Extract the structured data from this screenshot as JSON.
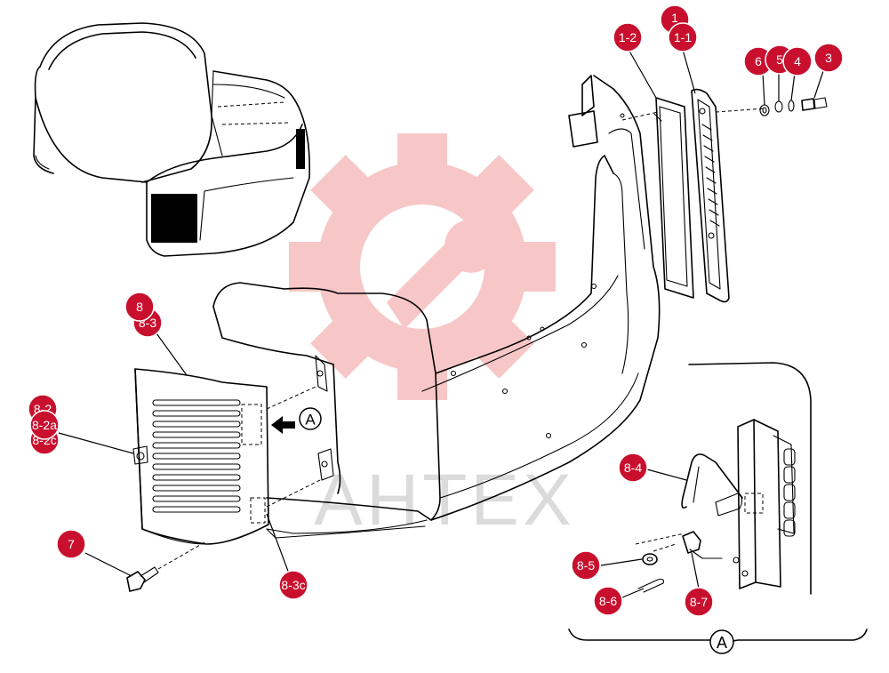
{
  "diagram": {
    "colors": {
      "callout": "#c8102e",
      "line": "#000000",
      "watermark": "#f29a9a",
      "watermark_text": "#d8d8d8"
    },
    "watermark_text": "AHTEX",
    "detail_marker": "A",
    "callouts": {
      "c1": "1",
      "c1_1": "1-1",
      "c1_2": "1-2",
      "c3": "3",
      "c4": "4",
      "c5": "5",
      "c6": "6",
      "c7": "7",
      "c8": "8",
      "c8_3": "8-3",
      "c8_3c": "8-3c",
      "c8_2": "8-2",
      "c8_2a": "8-2a",
      "c8_2c": "8-2c",
      "c8_4": "8-4",
      "c8_5": "8-5",
      "c8_6": "8-6",
      "c8_7": "8-7"
    }
  }
}
